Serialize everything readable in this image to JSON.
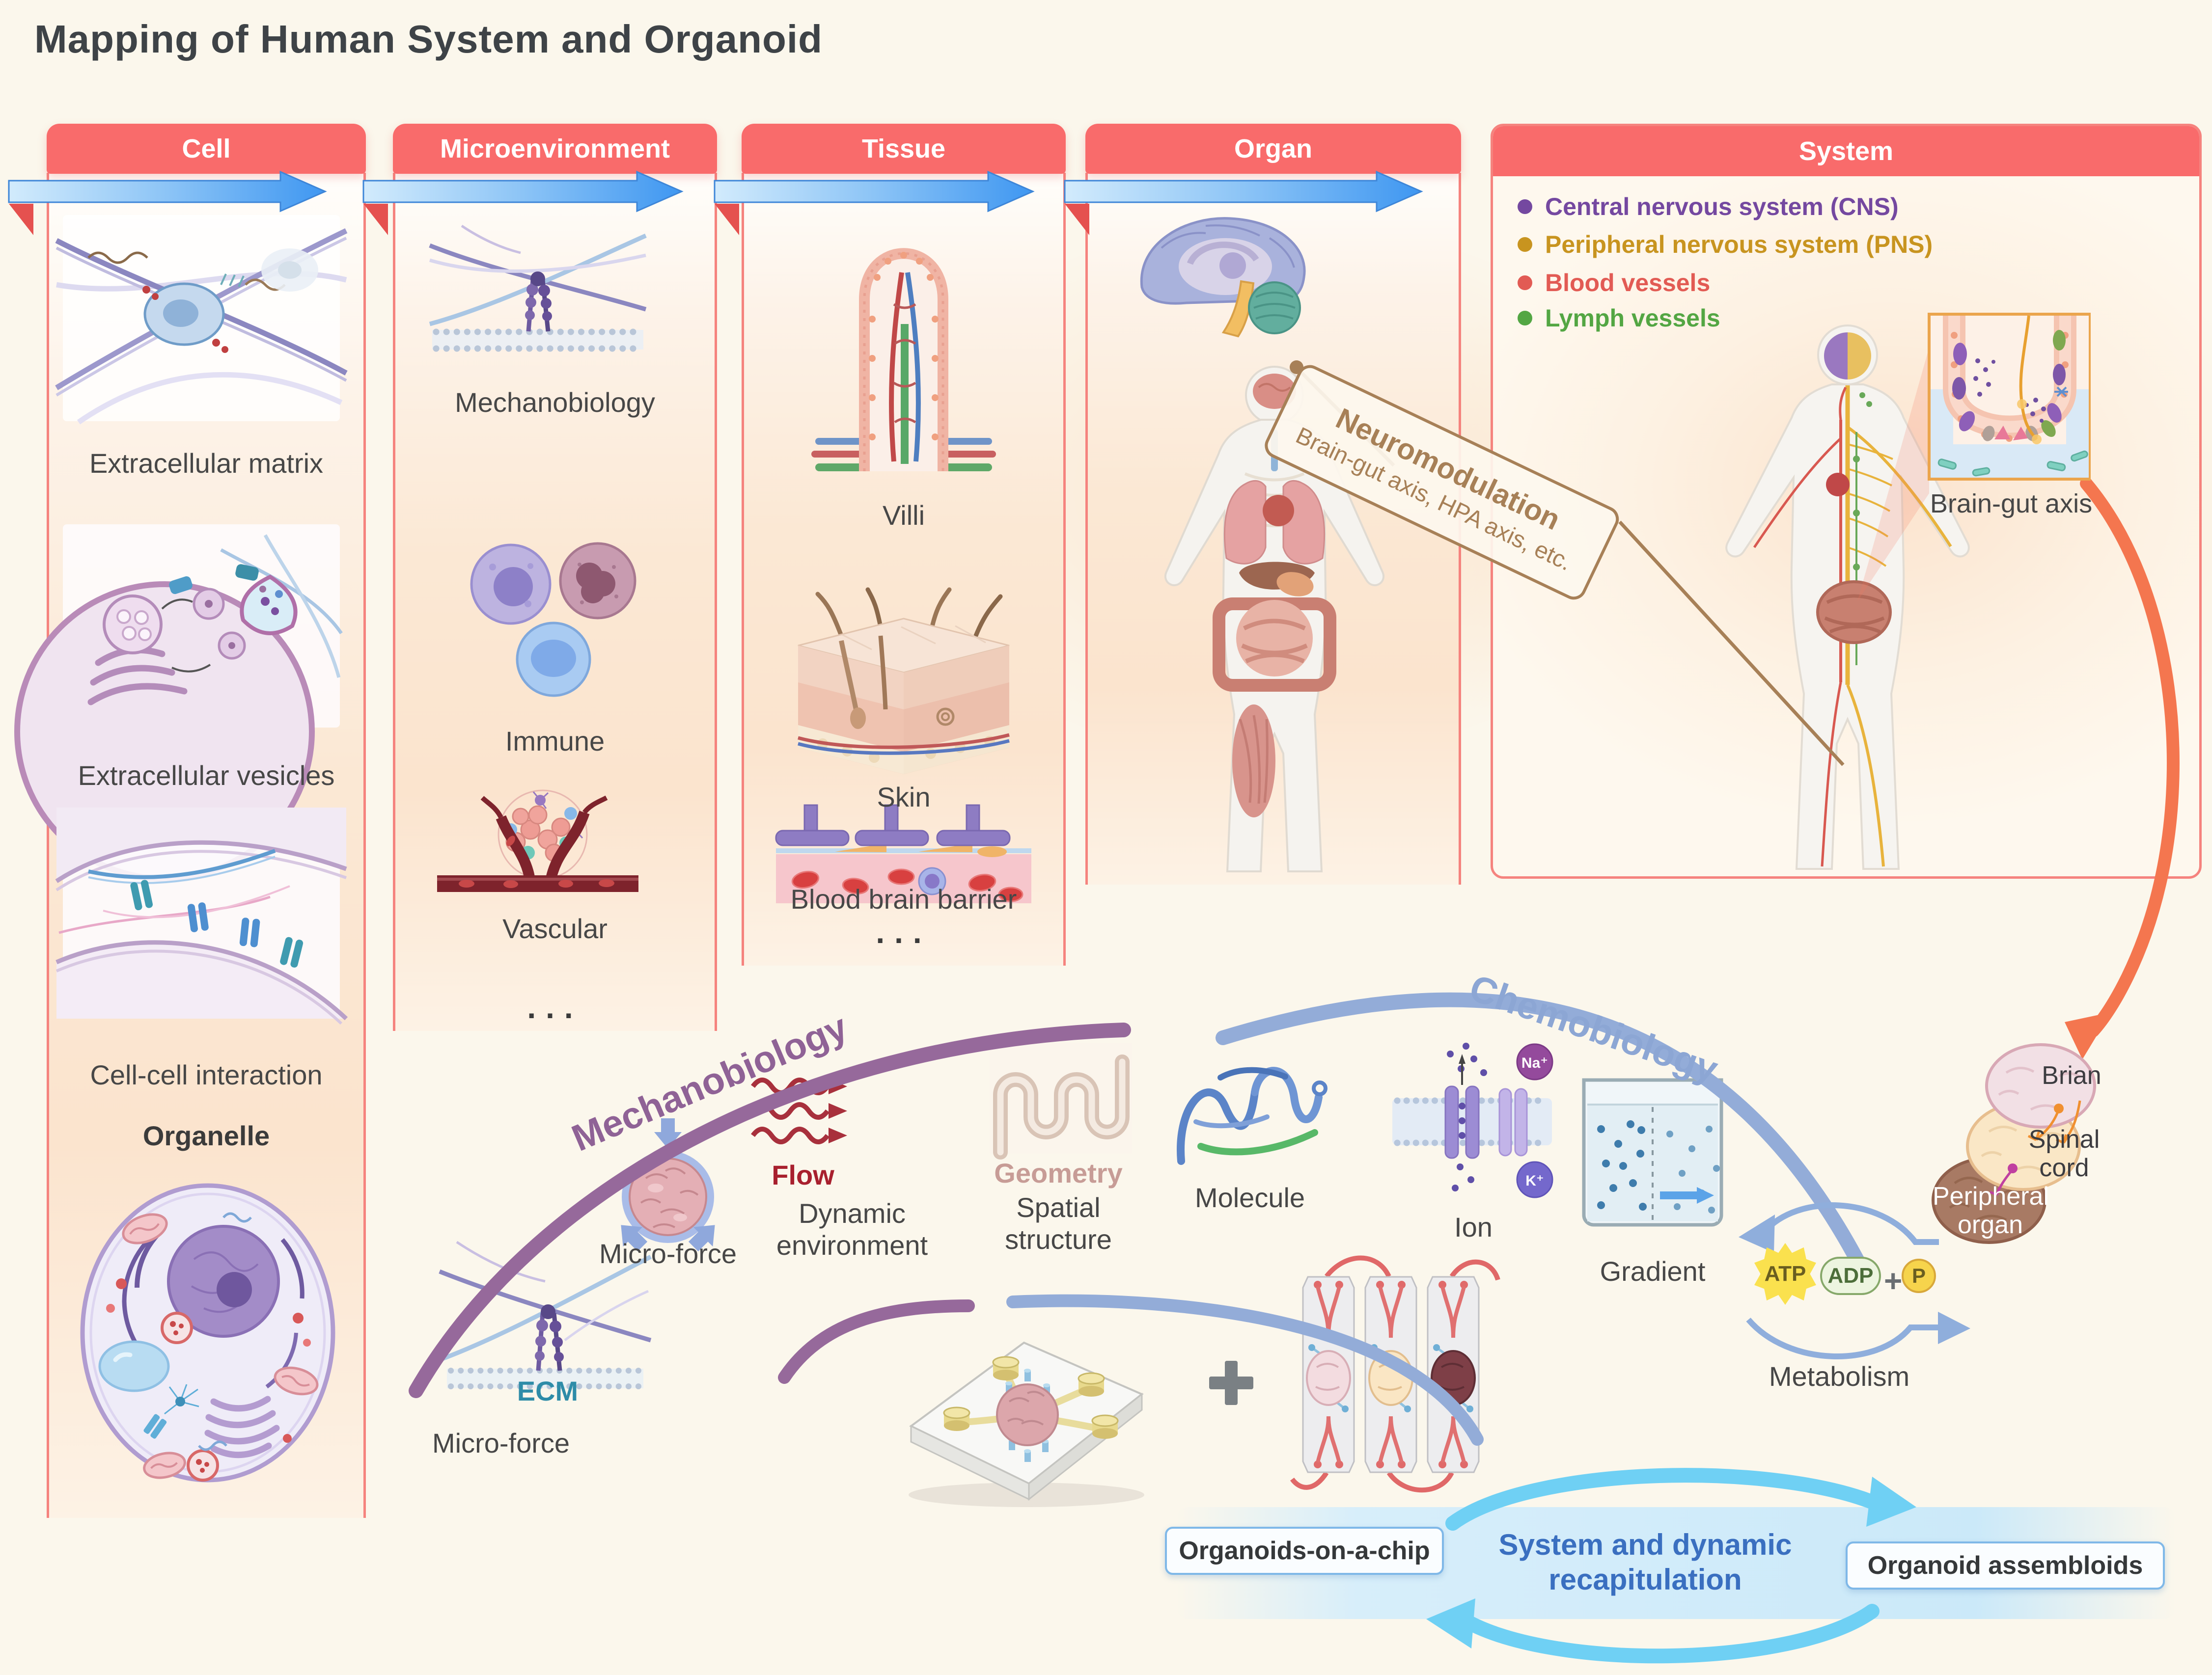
{
  "title": "Mapping of Human System and Organoid",
  "columns": {
    "cell": {
      "header": "Cell",
      "items": [
        "Extracellular matrix",
        "Extracellular vesicles",
        "Cell-cell interaction",
        "Organelle"
      ]
    },
    "micro": {
      "header": "Microenvironment",
      "items": [
        "Mechanobiology",
        "Immune",
        "Vascular"
      ],
      "more": "..."
    },
    "tissue": {
      "header": "Tissue",
      "items": [
        "Villi",
        "Skin",
        "Blood brain barrier"
      ],
      "more": "..."
    },
    "organ": {
      "header": "Organ"
    },
    "system": {
      "header": "System",
      "legend": [
        {
          "label": "Central nervous system (CNS)",
          "color": "#7448A0"
        },
        {
          "label": "Peripheral nervous system (PNS)",
          "color": "#C8941F"
        },
        {
          "label": "Blood vessels",
          "color": "#E25B54"
        },
        {
          "label": "Lymph vessels",
          "color": "#53A643"
        }
      ],
      "neuromodulation_title": "Neuromodulation",
      "neuromodulation_subtitle": "Brain-gut axis, HPA axis, etc.",
      "inset_label": "Brain-gut axis"
    }
  },
  "concepts": {
    "mechanobiology": "Mechanobiology",
    "chemobiology": "Chemobiology",
    "ecm": "ECM",
    "micro_force_1": "Micro-force",
    "micro_force_2": "Micro-force",
    "flow": "Flow",
    "dynamic_environment": "Dynamic environment",
    "geometry": "Geometry",
    "spatial_structure": "Spatial structure",
    "molecule": "Molecule",
    "ion": "Ion",
    "na": "Na⁺",
    "k": "K⁺",
    "gradient": "Gradient",
    "atp": "ATP",
    "adp": "ADP",
    "plus": "+",
    "p": "P",
    "metabolism": "Metabolism"
  },
  "assembloid": {
    "brain": "Brian",
    "spinal_cord": "Spinal cord",
    "peripheral_organ": "Peripheral organ"
  },
  "cycle": {
    "left": "Organoids-on-a-chip",
    "center": "System and dynamic recapitulation",
    "right": "Organoid assembloids"
  },
  "colors": {
    "header_red": "#F96B6B",
    "arrow_blue": "#449BF2",
    "mechanobiology": "#8F6296",
    "chemobiology": "#8CA6D4",
    "ecm_label": "#2E8CA8",
    "flow_label": "#A8202E",
    "geometry_label": "#C79C96",
    "neuromodulation": "#A78057",
    "recapitulation": "#3A6FC0"
  }
}
